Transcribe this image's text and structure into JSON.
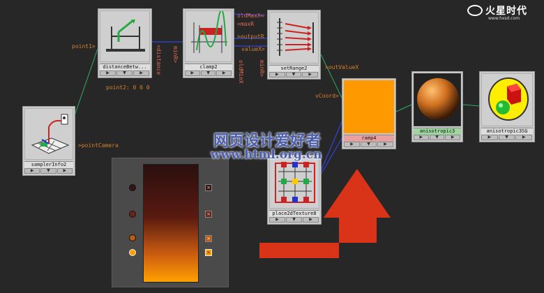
{
  "app": {
    "logo_text": "火星时代",
    "logo_url": "www.hxsd.com"
  },
  "watermark": {
    "line1": "网页设计爱好者",
    "line2": "www.html.org.cn"
  },
  "nodes": {
    "samplerInfo": {
      "name": "samplerInfo2",
      "out_attr": ">pointCamera"
    },
    "distance": {
      "name": "distanceBetw...",
      "in_attr": "point1>",
      "point2_value": "point2: 0 0 0",
      "out_attr": "<distance"
    },
    "clamp": {
      "name": "clamp2",
      "in_attr": "minR>"
    },
    "setRange": {
      "name": "setRange2",
      "attrs": [
        "oldMaxX<",
        "<maxR",
        ">outputR",
        "valueX>"
      ],
      "vert_attrs": [
        "oldMinX",
        "minR>"
      ],
      "out_attr": ">outValueX"
    },
    "ramp": {
      "name": "ramp4",
      "in_attr": "vCoord>",
      "color": "#ff9900"
    },
    "anisotropic": {
      "name": "anisotropic3"
    },
    "anisotropicSG": {
      "name": "anisotropic3SG"
    },
    "place2d": {
      "name": "place2dTexture8"
    }
  },
  "ramp_editor": {
    "colors": [
      "#2a0f0f",
      "#5a1a10",
      "#d06010",
      "#ffa000"
    ]
  },
  "colors": {
    "accent_orange": "#ff9900",
    "connection_blue": "#3344dd",
    "connection_green": "#33aa66",
    "arrow_red": "#d93318"
  }
}
